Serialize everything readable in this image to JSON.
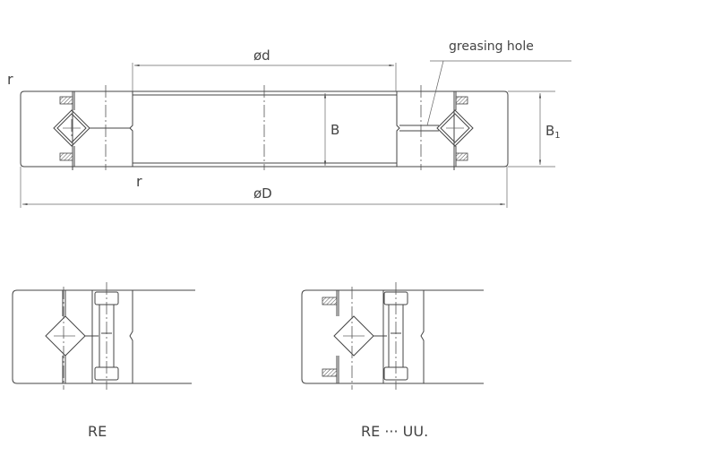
{
  "labels": {
    "bore_diameter": "ød",
    "outer_diameter": "øD",
    "width_inner": "B",
    "width_outer": "B",
    "width_outer_sub": "1",
    "radius_top": "r",
    "radius_bottom": "r",
    "greasing_hole": "greasing hole"
  },
  "variants": [
    {
      "label": "RE"
    },
    {
      "label": "RE ··· UU."
    }
  ]
}
